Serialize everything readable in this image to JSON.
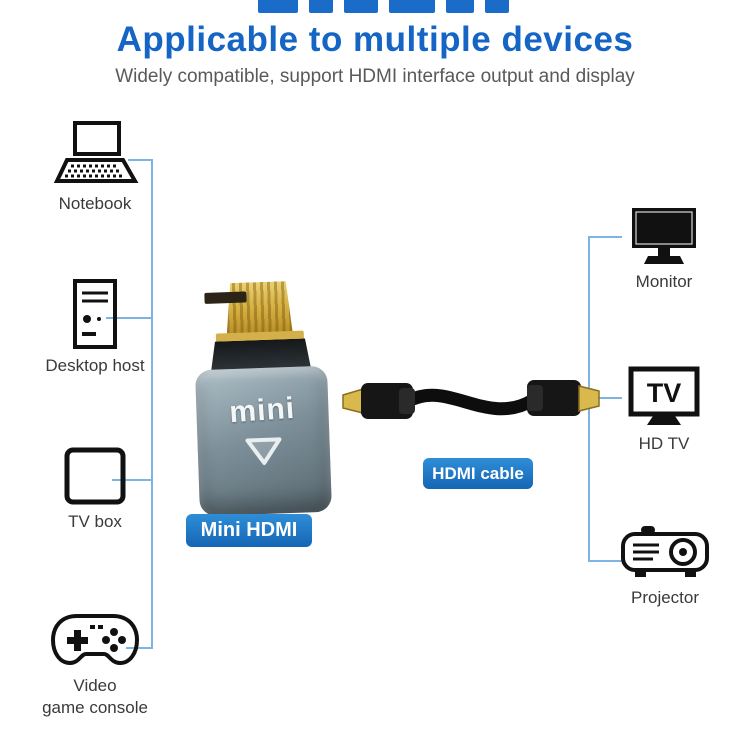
{
  "header": {
    "title": "Applicable to multiple devices",
    "subtitle": "Widely compatible, support HDMI interface output and display"
  },
  "left_devices": [
    {
      "label": "Notebook"
    },
    {
      "label": "Desktop host"
    },
    {
      "label": "TV box"
    },
    {
      "label": "Video\ngame console"
    }
  ],
  "right_devices": [
    {
      "label": "Monitor"
    },
    {
      "label": "HD TV",
      "icon_text": "TV"
    },
    {
      "label": "Projector"
    }
  ],
  "adapter": {
    "printed_text": "mini",
    "badge_label": "Mini HDMI"
  },
  "cable": {
    "badge_label": "HDMI cable"
  },
  "colors": {
    "title_blue": "#1565c4",
    "badge_blue": "#1a75c9",
    "connector_line_blue": "#7db4e2",
    "adapter_gold": "#d4b04a",
    "adapter_gray": "#7e909a"
  }
}
